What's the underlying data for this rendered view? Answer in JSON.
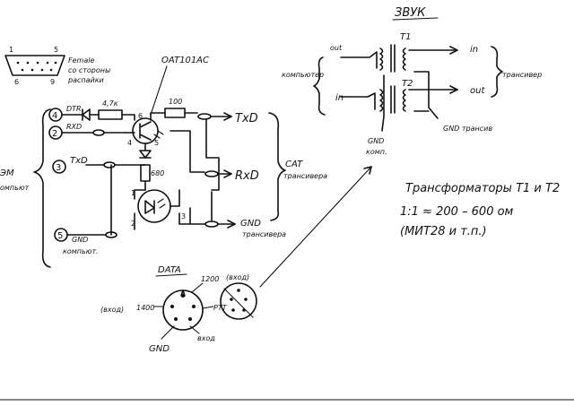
{
  "connector": {
    "pin1": "1",
    "pin5": "5",
    "pin6": "6",
    "pin9": "9",
    "caption_line1": "Female",
    "caption_line2": "со стороны",
    "caption_line3": "распайки"
  },
  "optocoupler": {
    "part": "OAT101AC"
  },
  "left_pins": {
    "p4": "4",
    "p2": "2",
    "p3": "3",
    "p5": "5",
    "dtr": "DTR",
    "rxd": "RXD",
    "txd": "TxD",
    "gnd_line1": "GND",
    "gnd_line2": "компьют."
  },
  "left_group": {
    "line1": "ЭМ",
    "line2": "омпьют"
  },
  "components": {
    "r1": "4,7к",
    "r2": "100",
    "r3": "680",
    "opto_pins": [
      "6",
      "4",
      "5",
      "1",
      "2",
      "3"
    ]
  },
  "outputs": {
    "txd": "TxD",
    "rxd": "RxD",
    "gnd_line1": "GND",
    "gnd_line2": "трансивера"
  },
  "cat_group": {
    "line1": "CAT",
    "line2": "трансивера"
  },
  "audio": {
    "title": "ЗВУК",
    "out_left": "out",
    "in_left": "in",
    "computer_label": "компьютер",
    "t1": "T1",
    "t2": "T2",
    "in_right": "in",
    "out_right": "out",
    "transceiver_label": "трансивер",
    "gnd_trx": "GND трансив",
    "gnd_comp_line1": "GND",
    "gnd_comp_line2": "комп."
  },
  "transformers_note": {
    "line1": "Трансформаторы Т1 и Т2",
    "line2": "1:1  ≈ 200 – 600 ом",
    "line3": "(МИТ28 и т.п.)"
  },
  "data_connector": {
    "title": "DATA",
    "vhod_left": "(вход)",
    "p1200": "1200",
    "vhod_top": "(вход)",
    "p1400": "1400",
    "ptt": "PTT",
    "gnd": "GND",
    "vhod_bottom": "вход"
  }
}
